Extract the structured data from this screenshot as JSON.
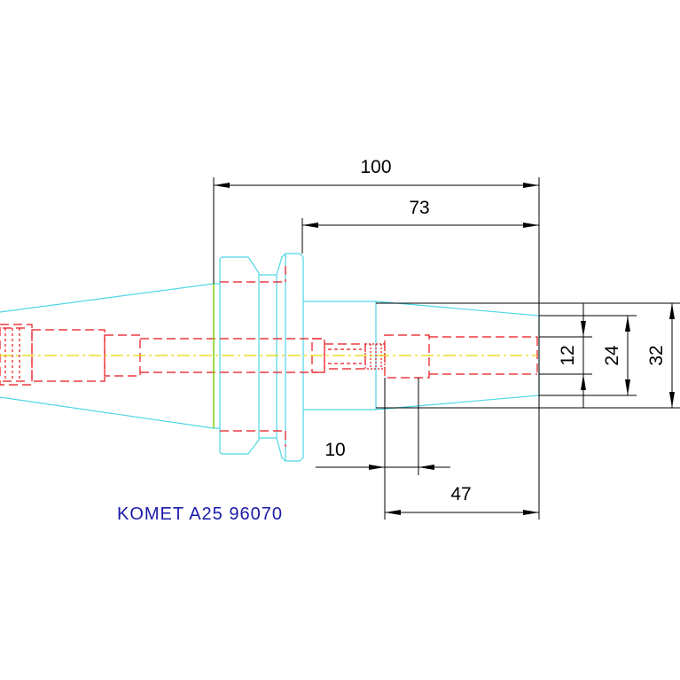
{
  "drawing": {
    "label": "KOMET A25 96070",
    "dimensions": {
      "d100": "100",
      "d73": "73",
      "d10": "10",
      "d47": "47",
      "d12": "12",
      "d24": "24",
      "d32": "32"
    },
    "colors": {
      "outline": "#4fd6e6",
      "hidden": "#e8141a",
      "centerline": "#e6d800",
      "dimension": "#000000",
      "label": "#1a1aa8"
    }
  }
}
